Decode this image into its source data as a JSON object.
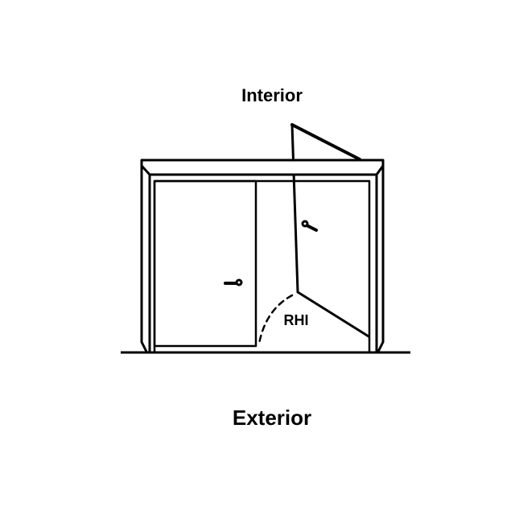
{
  "labels": {
    "interior": "Interior",
    "exterior": "Exterior",
    "handing": "RHI"
  },
  "colors": {
    "line": "#000000",
    "background": "#ffffff"
  }
}
